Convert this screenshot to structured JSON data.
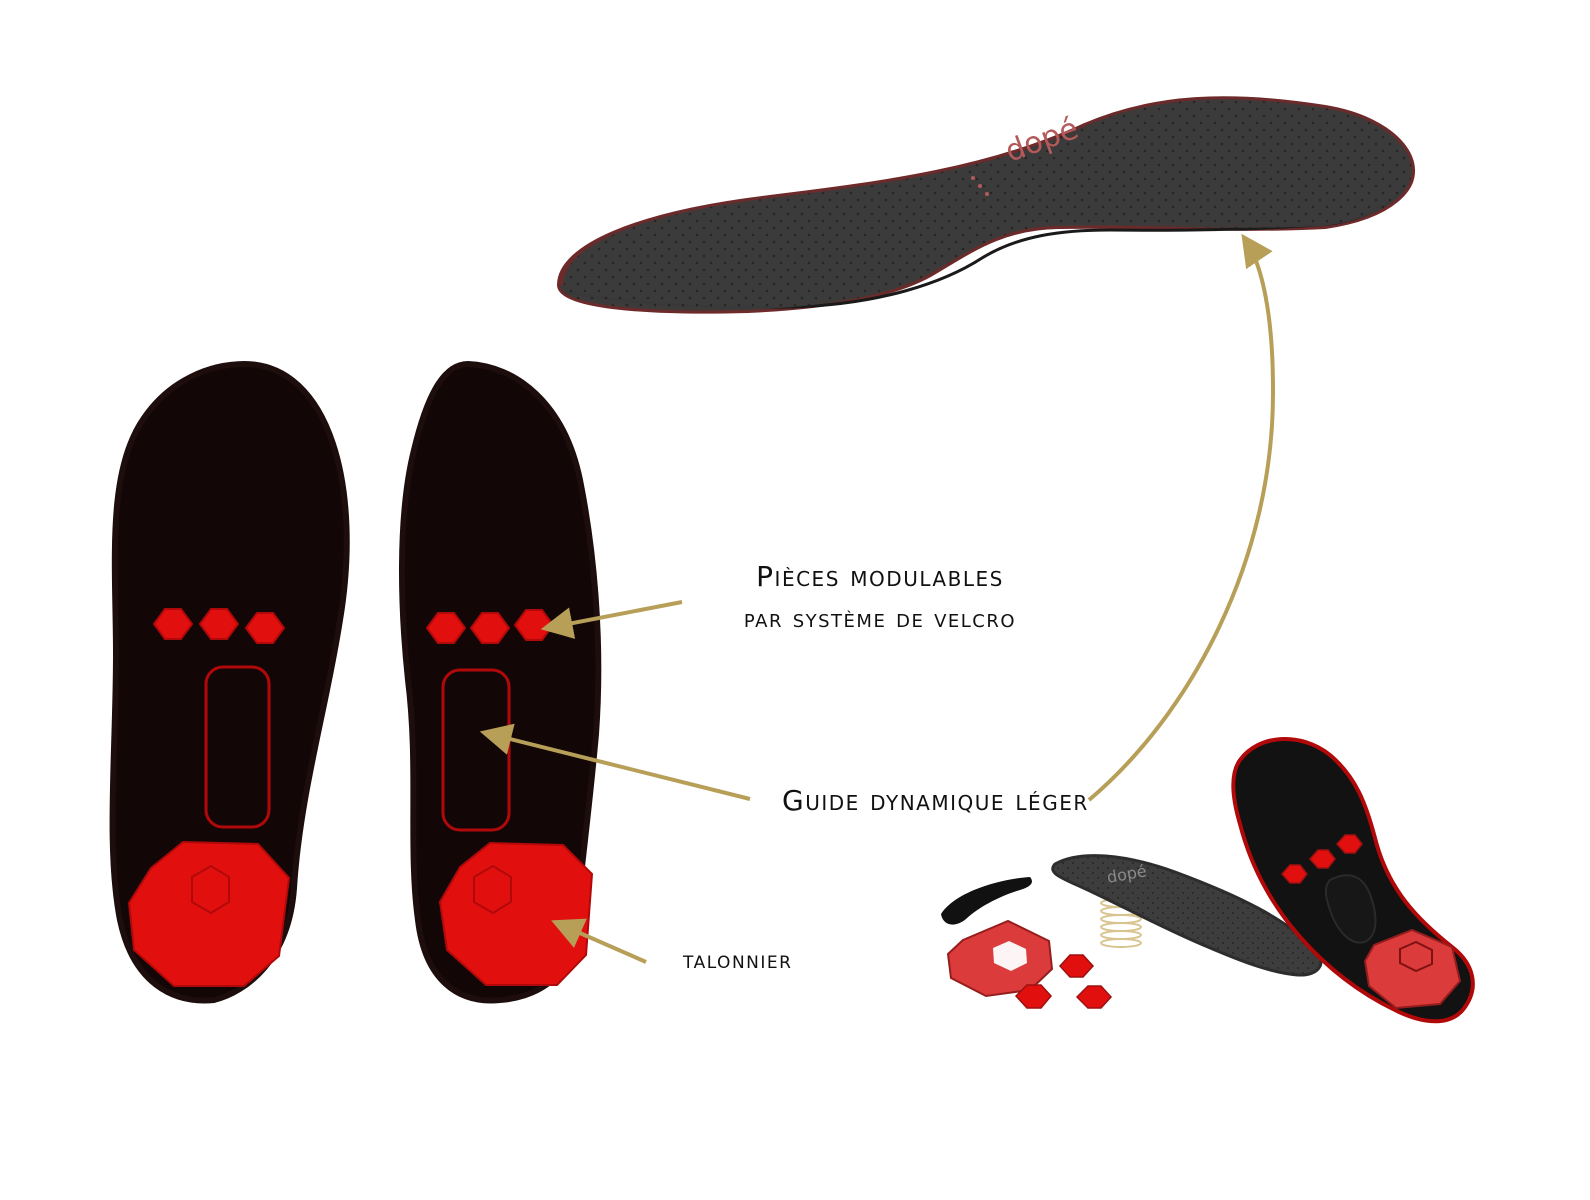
{
  "brand": {
    "logo_text": "dopé"
  },
  "labels": {
    "modular_line1": "Pièces modulables",
    "modular_line2": "par système de velcro",
    "guide": "Guide dynamique léger",
    "heel": "talonnier"
  },
  "colors": {
    "insole_black": "#120606",
    "insole_edge": "#1d0d0d",
    "pad_red": "#e20f0f",
    "pad_dark_red": "#b10909",
    "arrow_gold": "#b79f58",
    "top_insole_gray": "#3a3a3a",
    "top_insole_edge": "#6d2a2a",
    "spring_gold": "#d8c48e"
  }
}
